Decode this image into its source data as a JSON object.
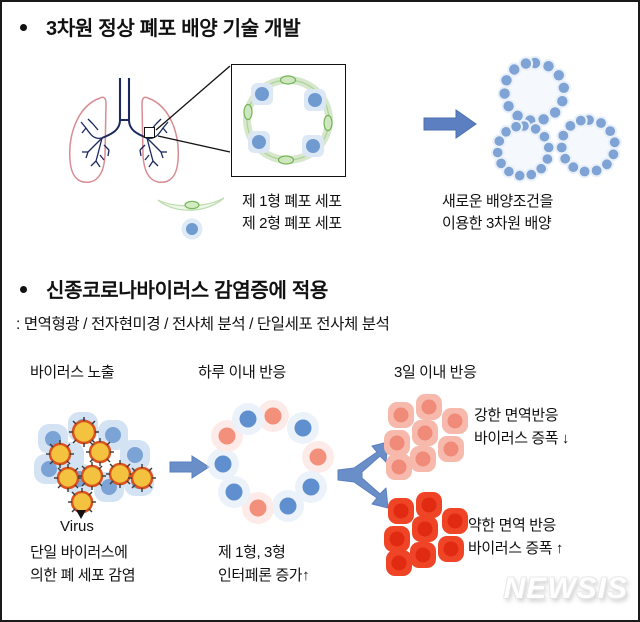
{
  "figure": {
    "border_color": "#1a1a1a",
    "watermark": "NEWSIS"
  },
  "section1": {
    "bullet": "•",
    "title": "3차원 정상 폐포 배양 기술 개발",
    "lung_label_alt": "lung-diagram",
    "legend": {
      "type1": "제 1형 폐포 세포",
      "type2": "제 2형 폐포 세포"
    },
    "right_caption_line1": "새로운 배양조건을",
    "right_caption_line2": "이용한 3차원 배양",
    "colors": {
      "lung_outline": "#d98b92",
      "bronchi": "#1b2a5e",
      "type1_cell": "#8cc07a",
      "type2_cell": "#5a86c8",
      "arrow": "#5b7fc0"
    }
  },
  "section2": {
    "bullet": "•",
    "title": "신종코로나바이러스 감염증에 적용",
    "subtitle": ": 면역형광 / 전자현미경 / 전사체 분석 / 단일세포 전사체 분석",
    "columns": [
      "바이러스 노출",
      "하루 이내 반응",
      "3일 이내 반응"
    ],
    "virus_label": "Virus",
    "caption_left_line1": "단일 바이러스에",
    "caption_left_line2": "의한 폐 세포 감염",
    "caption_mid_line1": "제 1형, 3형",
    "caption_mid_line2": "인터페론 증가↑",
    "caption_top_right_line1": "강한 면역반응",
    "caption_top_right_line2": "바이러스 증폭 ↓",
    "caption_bottom_right_line1": "약한 면역 반응",
    "caption_bottom_right_line2": "바이러스 증폭 ↑",
    "colors": {
      "cell_blue": "#6f9bd1",
      "cell_blue_halo": "#d3e1f2",
      "cell_pink": "#f3a08e",
      "cell_pink_halo": "#fbdcd6",
      "cell_red": "#e8402a",
      "virus_ring": "#d94b16",
      "virus_body": "#f5c242",
      "arrow": "#6a8fc8"
    }
  },
  "chart_data": {
    "type": "diagram",
    "title": "3차원 정상 폐포 배양 기술 개발 / 신종코로나바이러스 감염증에 적용",
    "panels": [
      {
        "name": "lung-to-organoid",
        "stages": [
          "lung",
          "alveolus-inset",
          "3d-organoids"
        ],
        "organoid_count": 3,
        "organoid_cells_per_ring": 14
      },
      {
        "name": "infection-timeline",
        "stages": [
          "virus-exposure",
          "within-one-day",
          "within-three-days"
        ],
        "virus_particles": 9,
        "mixed_ring_cells": 12,
        "strong_response_cells": 8,
        "weak_response_cells": 8
      }
    ]
  }
}
